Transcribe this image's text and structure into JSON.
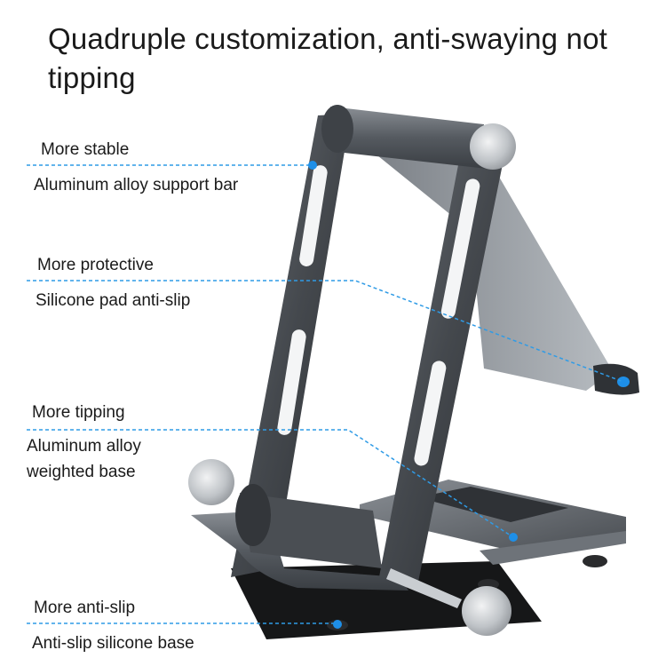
{
  "title": "Quadruple customization, anti-swaying not tipping",
  "callouts": [
    {
      "heading": "More stable",
      "detail": "Aluminum alloy support bar"
    },
    {
      "heading": "More protective",
      "detail": "Silicone pad anti-slip"
    },
    {
      "heading": "More tipping",
      "detail": "Aluminum alloy weighted base"
    },
    {
      "heading": "More anti-slip",
      "detail": "Anti-slip silicone base"
    }
  ],
  "colors": {
    "metal_dark": "#3f4348",
    "metal_mid": "#5f646a",
    "metal_light": "#9aa0a6",
    "leader_line": "#2f9be6",
    "marker": "#1e8fe8"
  }
}
